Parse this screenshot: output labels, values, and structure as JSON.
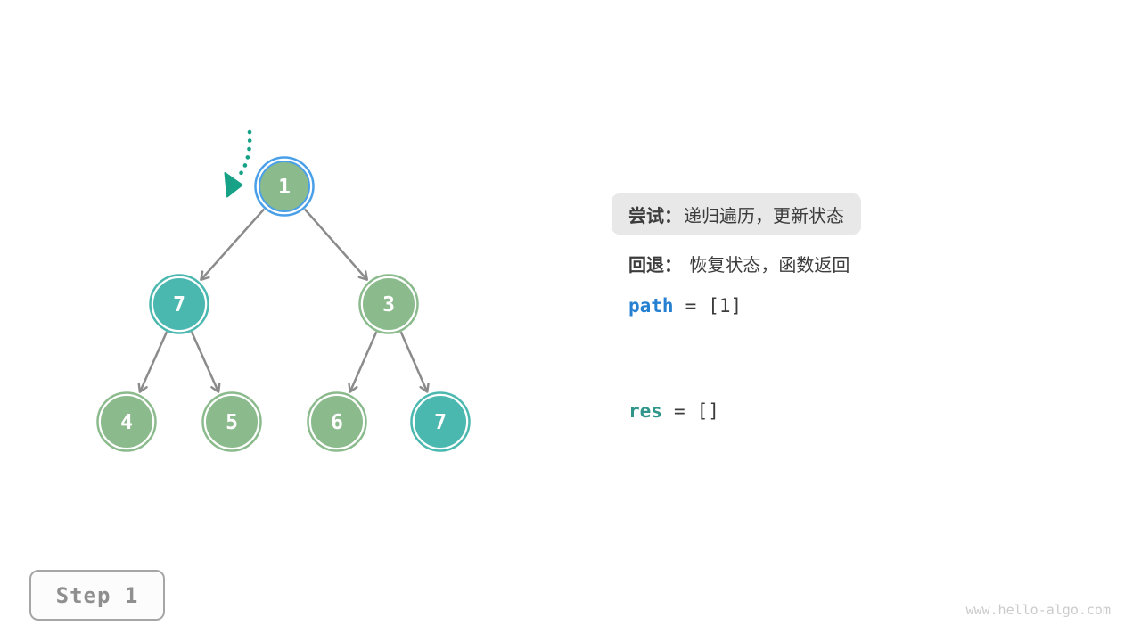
{
  "colors": {
    "background": "#FFFFFF",
    "node_green": "#8BBA8D",
    "node_teal": "#4BB8B0",
    "current_ring_blue": "#4AA0E8",
    "edge_gray": "#8B8B8B",
    "pointer_teal": "#17A287",
    "highlight_bg": "#E8E8E8",
    "text_dark": "#3C3C3C",
    "path_blue": "#2680D2",
    "res_teal": "#2F958A",
    "step_text_gray": "#8F8F8F",
    "step_border_gray": "#A6A6A6",
    "watermark_gray": "#CBCBCB",
    "node_label_white": "#FFFFFF"
  },
  "tree": {
    "description": "Binary tree for backtracking demo; root is the current node marked with a blue ring and a dotted pointer arrow",
    "nodes": [
      {
        "value": "1",
        "style": "current"
      },
      {
        "value": "7",
        "style": "teal"
      },
      {
        "value": "3",
        "style": "green"
      },
      {
        "value": "4",
        "style": "green"
      },
      {
        "value": "5",
        "style": "green"
      },
      {
        "value": "6",
        "style": "green"
      },
      {
        "value": "7",
        "style": "teal"
      }
    ],
    "edges": [
      [
        0,
        1
      ],
      [
        0,
        2
      ],
      [
        1,
        3
      ],
      [
        1,
        4
      ],
      [
        2,
        5
      ],
      [
        2,
        6
      ]
    ]
  },
  "panel": {
    "try": {
      "label": "尝试：",
      "text": "递归遍历，更新状态",
      "highlighted": true
    },
    "back": {
      "label": "回退：",
      "text": "恢复状态，函数返回",
      "highlighted": false
    },
    "path": {
      "name": "path",
      "equals": "=",
      "value": "[1]"
    },
    "res": {
      "name": "res",
      "equals": "=",
      "value": "[]"
    }
  },
  "figure": {
    "step_label": "Step 1",
    "watermark": "www.hello-algo.com"
  }
}
